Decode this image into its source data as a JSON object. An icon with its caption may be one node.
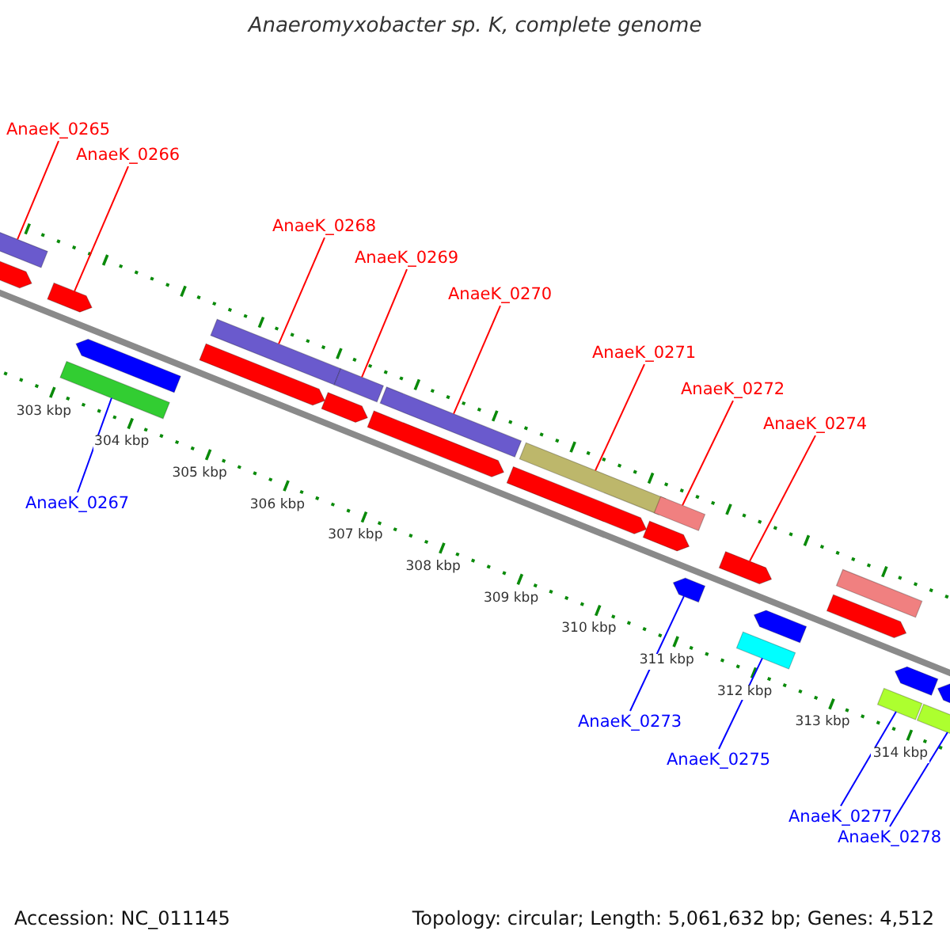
{
  "diagram": {
    "title": "Anaeromyxobacter sp. K, complete genome",
    "nodes": [
      {
        "text": [
          "AnaeK_0265"
        ]
      },
      {
        "text": [],
        "shape": "bar"
      },
      {
        "text": [
          "AnaeK_0266"
        ]
      },
      {
        "text": [],
        "shape": "pentagon"
      },
      {
        "text": [
          "AnaeK_0268"
        ]
      },
      {
        "text": [],
        "shape": "bar"
      },
      {
        "text": [
          "AnaeK_0269"
        ]
      },
      {
        "text": [],
        "shape": "bar"
      },
      {
        "text": [
          "AnaeK_0270"
        ]
      },
      {
        "text": [],
        "shape": "bar"
      },
      {
        "text": [
          "AnaeK_0271"
        ]
      },
      {
        "text": [],
        "shape": "bar"
      },
      {
        "text": [
          "AnaeK_0272"
        ]
      },
      {
        "text": [],
        "shape": "bar"
      },
      {
        "text": [
          "AnaeK_0274"
        ]
      },
      {
        "text": [],
        "shape": "pentagon"
      },
      {
        "text": [
          "AnaeK_0267"
        ]
      },
      {
        "text": [],
        "shape": "bar"
      },
      {
        "text": [
          "AnaeK_0273"
        ]
      },
      {
        "text": [],
        "shape": "pentagon"
      },
      {
        "text": [
          "AnaeK_0275"
        ]
      },
      {
        "text": [],
        "shape": "bar"
      },
      {
        "text": [
          "AnaeK_0277"
        ]
      },
      {
        "text": [],
        "shape": "bar"
      },
      {
        "text": [
          "AnaeK_0278"
        ]
      },
      {
        "text": [],
        "shape": "bar"
      },
      {
        "text": [],
        "shape": "bar"
      },
      {
        "text": [],
        "shape": "pentagon"
      },
      {
        "text": [],
        "shape": "pentagon"
      },
      {
        "text": [],
        "shape": "pentagon"
      },
      {
        "text": [],
        "shape": "pentagon"
      },
      {
        "text": [],
        "shape": "pentagon"
      },
      {
        "text": [],
        "shape": "pentagon"
      },
      {
        "text": [],
        "shape": "pentagon"
      },
      {
        "text": [],
        "shape": "pentagon"
      },
      {
        "text": [],
        "shape": "pentagon"
      },
      {
        "text": [],
        "shape": "pentagon"
      },
      {
        "text": [],
        "shape": "pentagon"
      }
    ],
    "edges": [
      {
        "from": 0,
        "to": 1,
        "arrow": "none"
      },
      {
        "from": 2,
        "to": 3,
        "arrow": "none"
      },
      {
        "from": 4,
        "to": 5,
        "arrow": "none"
      },
      {
        "from": 6,
        "to": 7,
        "arrow": "none"
      },
      {
        "from": 8,
        "to": 9,
        "arrow": "none"
      },
      {
        "from": 10,
        "to": 11,
        "arrow": "none"
      },
      {
        "from": 12,
        "to": 13,
        "arrow": "none"
      },
      {
        "from": 14,
        "to": 15,
        "arrow": "none"
      },
      {
        "from": 16,
        "to": 17,
        "arrow": "none",
        "color": "#0000ff"
      },
      {
        "from": 18,
        "to": 19,
        "arrow": "none",
        "color": "#0000ff"
      },
      {
        "from": 20,
        "to": 21,
        "arrow": "none",
        "color": "#0000ff"
      },
      {
        "from": 22,
        "to": 23,
        "arrow": "none",
        "color": "#0000ff"
      },
      {
        "from": 24,
        "to": 25,
        "arrow": "none",
        "color": "#0000ff"
      }
    ],
    "labels": [
      "303 kbp",
      "304 kbp",
      "305 kbp",
      "306 kbp",
      "307 kbp",
      "308 kbp",
      "309 kbp",
      "310 kbp",
      "311 kbp",
      "312 kbp",
      "313 kbp",
      "314 kbp",
      "Accession: NC_011145",
      "Topology: circular; Length: 5,061,632 bp; Genes: 4,512"
    ]
  }
}
